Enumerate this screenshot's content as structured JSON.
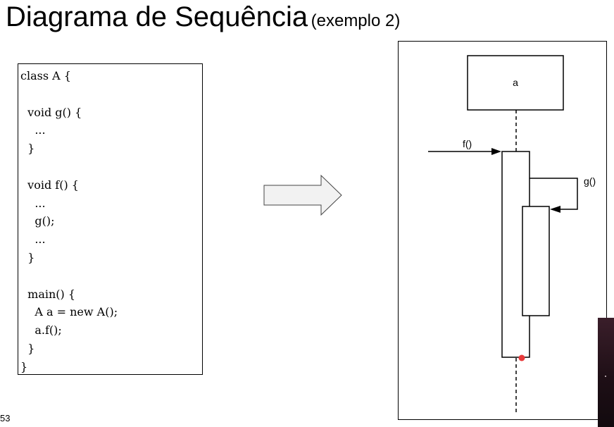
{
  "slide": {
    "title": "Diagrama de Sequência",
    "subtitle": "(exemplo 2)",
    "page_number": "53"
  },
  "code": {
    "lines": [
      "class A {",
      "",
      "  void g() {",
      "    ...",
      "  }",
      "",
      "  void f() {",
      "    ...",
      "    g();",
      "    ...",
      "  }",
      "",
      "  main() {",
      "    A a = new A();",
      "    a.f();",
      "  }",
      "}"
    ]
  },
  "diagram": {
    "object_name": "a",
    "messages": [
      "f()",
      "g()"
    ]
  },
  "colors": {
    "arrow_fill": "#f2f2f2",
    "end_marker": "#e8393a",
    "stroke": "#000000"
  }
}
